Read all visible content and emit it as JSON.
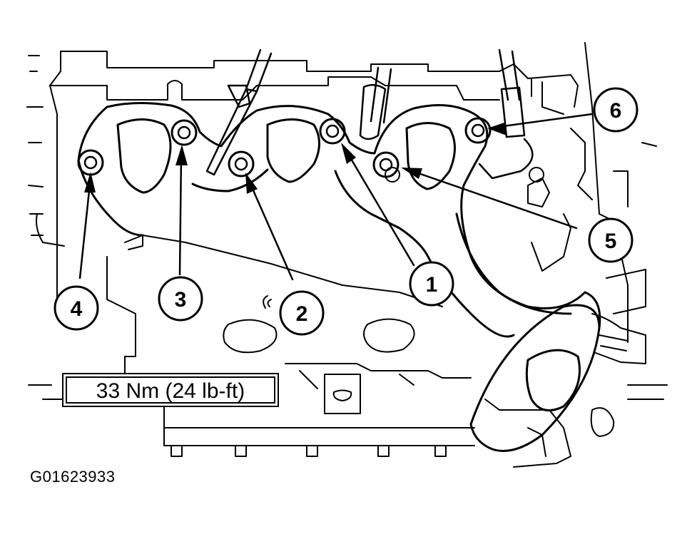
{
  "callouts": [
    {
      "id": "1",
      "label": "1"
    },
    {
      "id": "2",
      "label": "2"
    },
    {
      "id": "3",
      "label": "3"
    },
    {
      "id": "4",
      "label": "4"
    },
    {
      "id": "5",
      "label": "5"
    },
    {
      "id": "6",
      "label": "6"
    }
  ],
  "torque_spec": "33 Nm (24 lb-ft)",
  "figure_id": "G01623933",
  "colors": {
    "line": "#000000",
    "background": "#ffffff"
  }
}
